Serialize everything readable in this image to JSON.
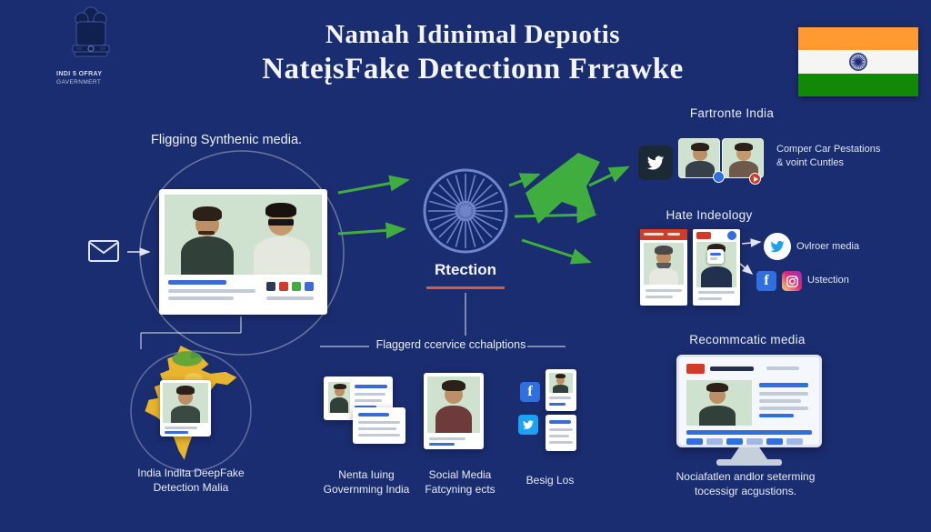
{
  "colors": {
    "bg": "#1b2d71",
    "green": "#3fae3f",
    "saffron": "#ff9a33",
    "flag_green": "#128807",
    "gold": "#e9b52f",
    "red": "#d23b28",
    "chakra_navy": "#1b2a7a",
    "accent_blue": "#2f6fe0",
    "twitter_blue": "#1da1f2"
  },
  "header": {
    "emblem_line1": "INDI 5 OFRAY",
    "emblem_line2": "GAVERNMERT",
    "title_line1": "Namah Idinimal Depıotis",
    "title_line2": "NateįsFake Detectionn Frrawke"
  },
  "flow": {
    "source_label": "Fligging Synthenic media.",
    "detection_label": "Rtection",
    "flagged_label": "Flaggerd ccervice cchalptions"
  },
  "right_panel": {
    "partners_title": "Fartronte India",
    "partners_line1": "Comper Car Pestations",
    "partners_line2": "& voint Cuntles",
    "hate_title": "Hate Indeology",
    "social_line1": "Ovlroer media",
    "social_line2": "Ustection"
  },
  "bottom": {
    "map_line1": "India Indita DeepFake",
    "map_line2": "Detection Malia",
    "gov_line1": "Nenta Iuing",
    "gov_line2": "Governming India",
    "social_line1": "Social Media",
    "social_line2": "Fatcyning ects",
    "logs_label": "Besig Los",
    "recommend_title": "Recommcatic media",
    "monitor_line1": "Nociafatlen andlor seterming",
    "monitor_line2": "tocessigr acgustions."
  },
  "icons": {
    "facebook_letter": "f"
  }
}
